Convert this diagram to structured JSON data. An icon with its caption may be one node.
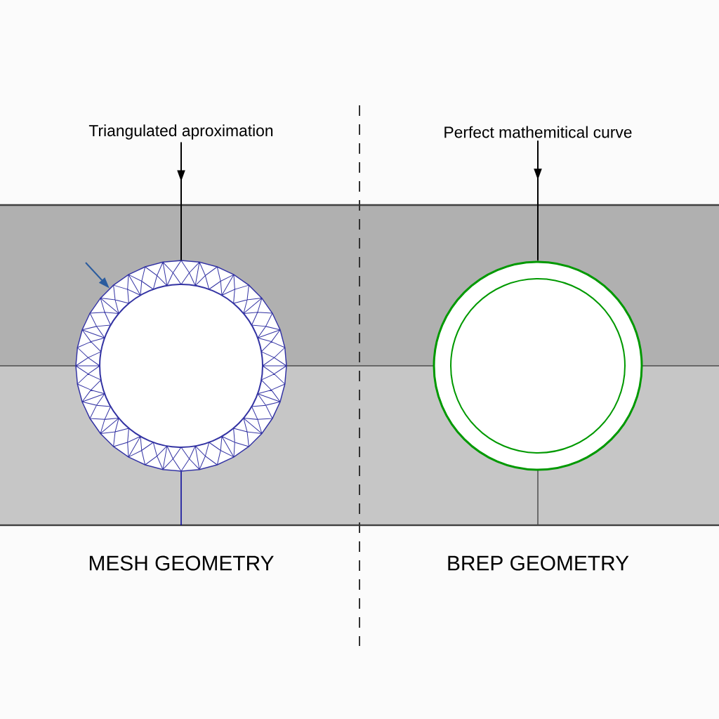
{
  "diagram": {
    "nodes": [
      {
        "text": [
          "Triangulated aproximation"
        ]
      },
      {
        "text": [],
        "shape": "circle"
      },
      {
        "text": [
          "Perfect mathemitical curve"
        ]
      },
      {
        "text": [],
        "shape": "circle"
      }
    ],
    "edges": [
      {
        "from": 0,
        "to": 1,
        "arrow": "to"
      },
      {
        "from": null,
        "to": 1,
        "arrow": "to",
        "color": "#2b5c9e"
      },
      {
        "from": 2,
        "to": 3,
        "arrow": "to"
      }
    ],
    "labels": [
      "MESH GEOMETRY",
      "BREP GEOMETRY"
    ]
  }
}
